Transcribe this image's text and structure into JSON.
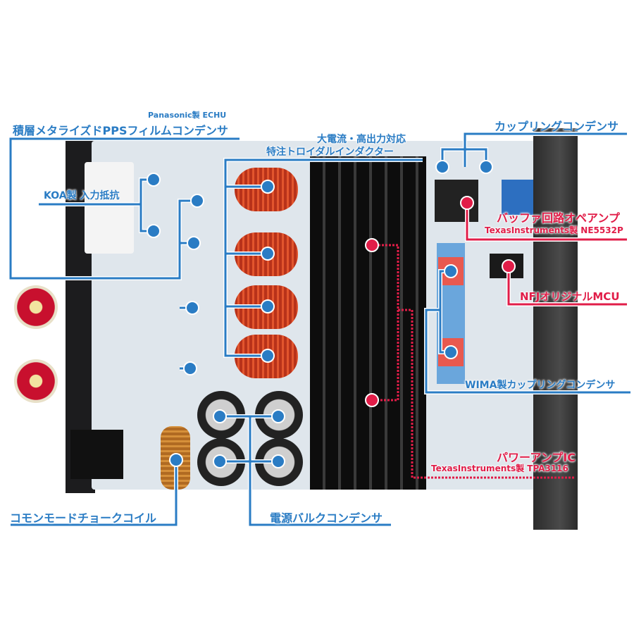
{
  "colors": {
    "blue": "#2a7cc4",
    "red": "#e11d48"
  },
  "labels": {
    "film_cap_brand": "Panasonic製 ECHU",
    "film_cap": "積層メタライズドPPSフィルムコンデンサ",
    "input_resistor": "KOA製 入力抵抗",
    "inductor_line1": "大電流・高出力対応",
    "inductor_line2": "特注トロイダルインダクター",
    "coupling_cap": "カップリングコンデンサ",
    "buffer_opamp": "バッファ回路オペアンプ",
    "buffer_opamp_part": "TexasInstruments製 NE5532P",
    "mcu": "NFJオリジナルMCU",
    "wima_cap": "WIMA製カップリングコンデンサ",
    "power_amp": "パワーアンプIC",
    "power_amp_part": "TexasInstruments製 TPA3116",
    "choke": "コモンモードチョークコイル",
    "bulk_cap": "電源バルクコンデンサ"
  }
}
